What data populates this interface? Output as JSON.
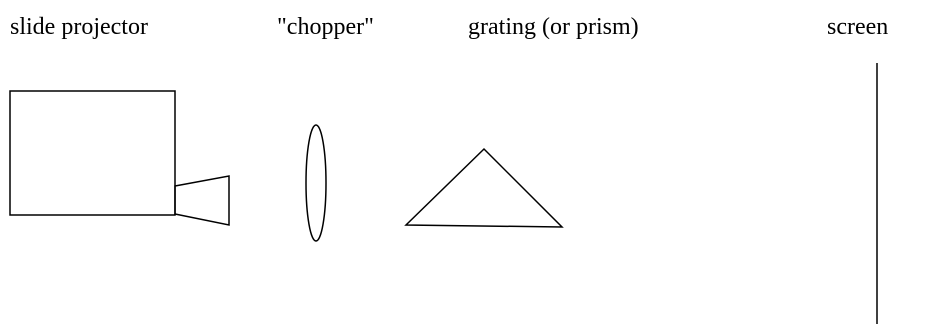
{
  "labels": {
    "slide_projector": "slide projector",
    "chopper": "\"chopper\"",
    "grating": "grating (or prism)",
    "screen": "screen"
  }
}
